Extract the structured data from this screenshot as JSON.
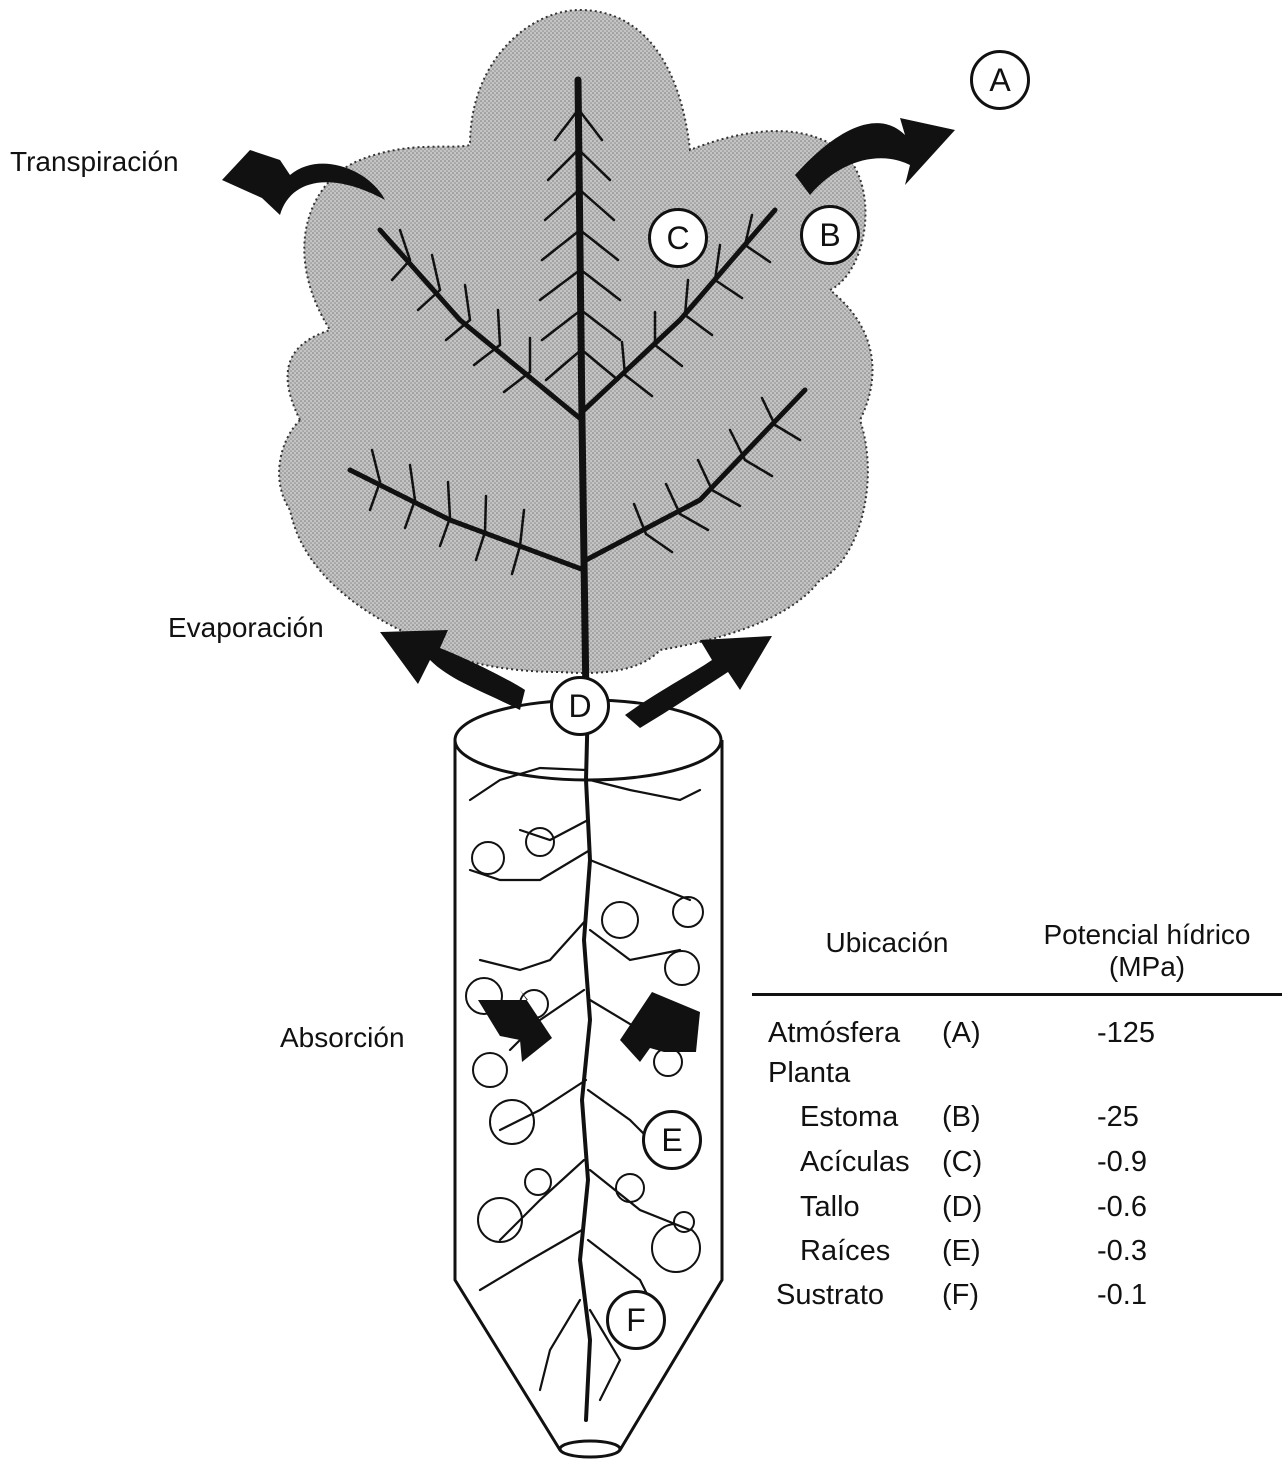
{
  "labels": {
    "transpiration": "Transpiración",
    "evaporation": "Evaporación",
    "absorption": "Absorción"
  },
  "callouts": {
    "a": "A",
    "b": "B",
    "c": "C",
    "d": "D",
    "e": "E",
    "f": "F"
  },
  "table": {
    "header_location": "Ubicación",
    "header_potential": "Potencial hídrico",
    "header_unit": "(MPa)",
    "rows": [
      {
        "name": "Atmósfera",
        "code": "(A)",
        "value": "-125"
      },
      {
        "name": "Planta",
        "code": "",
        "value": ""
      },
      {
        "name": "Estoma",
        "code": "(B)",
        "value": "-25"
      },
      {
        "name": "Acículas",
        "code": "(C)",
        "value": "-0.9"
      },
      {
        "name": "Tallo",
        "code": "(D)",
        "value": "-0.6"
      },
      {
        "name": "Raíces",
        "code": "(E)",
        "value": "-0.3"
      },
      {
        "name": "Sustrato",
        "code": "(F)",
        "value": "-0.1"
      }
    ]
  },
  "colors": {
    "canopy_fill": "#bdbdbd",
    "ink": "#111111",
    "background": "#ffffff"
  }
}
